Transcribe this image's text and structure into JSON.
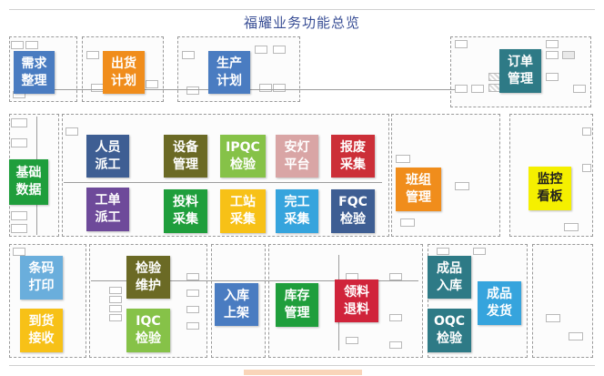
{
  "title": "福耀业务功能总览",
  "colors": {
    "blue": "#4a7cc1",
    "orange": "#f08d1c",
    "purple": "#6e4a9a",
    "olive": "#6b6a25",
    "lime": "#86c248",
    "pink": "#d9a5a5",
    "red": "#cc2f38",
    "green": "#1f9e3c",
    "yellow": "#f7c117",
    "cyan": "#36a4dd",
    "navy": "#3e5e93",
    "teal": "#2e7a86",
    "lightblue": "#6aaedc",
    "brightyellow": "#f5f000",
    "crimson": "#d0243b"
  },
  "modules": [
    {
      "id": "xuqiu",
      "label": "需求\n整理",
      "color": "blue"
    },
    {
      "id": "chuhuo",
      "label": "出货\n计划",
      "color": "orange"
    },
    {
      "id": "shengchan",
      "label": "生产\n计划",
      "color": "blue"
    },
    {
      "id": "dingdan",
      "label": "订单\n管理",
      "color": "teal"
    },
    {
      "id": "jichu",
      "label": "基础\n数据",
      "color": "green"
    },
    {
      "id": "renyuan",
      "label": "人员\n派工",
      "color": "navy"
    },
    {
      "id": "gongdan",
      "label": "工单\n派工",
      "color": "purple"
    },
    {
      "id": "shebei",
      "label": "设备\n管理",
      "color": "olive"
    },
    {
      "id": "ipqc",
      "label": "IPQC\n检验",
      "color": "lime"
    },
    {
      "id": "andeng",
      "label": "安灯\n平台",
      "color": "pink"
    },
    {
      "id": "baofei",
      "label": "报废\n采集",
      "color": "red"
    },
    {
      "id": "banzu",
      "label": "班组\n管理",
      "color": "orange"
    },
    {
      "id": "jiankong",
      "label": "监控\n看板",
      "color": "brightyellow"
    },
    {
      "id": "touliao",
      "label": "投料\n采集",
      "color": "green"
    },
    {
      "id": "gongzhan",
      "label": "工站\n采集",
      "color": "yellow"
    },
    {
      "id": "wangong",
      "label": "完工\n采集",
      "color": "cyan"
    },
    {
      "id": "fqc",
      "label": "FQC\n检验",
      "color": "navy"
    },
    {
      "id": "tiaoma",
      "label": "条码\n打印",
      "color": "lightblue"
    },
    {
      "id": "daohuo",
      "label": "到货\n接收",
      "color": "yellow"
    },
    {
      "id": "jianyan",
      "label": "检验\n维护",
      "color": "olive"
    },
    {
      "id": "iqc",
      "label": "IQC\n检验",
      "color": "lime"
    },
    {
      "id": "ruku",
      "label": "入库\n上架",
      "color": "blue"
    },
    {
      "id": "kucun",
      "label": "库存\n管理",
      "color": "green"
    },
    {
      "id": "lingliao",
      "label": "领料\n退料",
      "color": "crimson"
    },
    {
      "id": "chengpin_ruku",
      "label": "成品\n入库",
      "color": "teal"
    },
    {
      "id": "chengpin_fahuo",
      "label": "成品\n发货",
      "color": "cyan"
    },
    {
      "id": "oqc",
      "label": "OQC\n检验",
      "color": "teal"
    }
  ]
}
